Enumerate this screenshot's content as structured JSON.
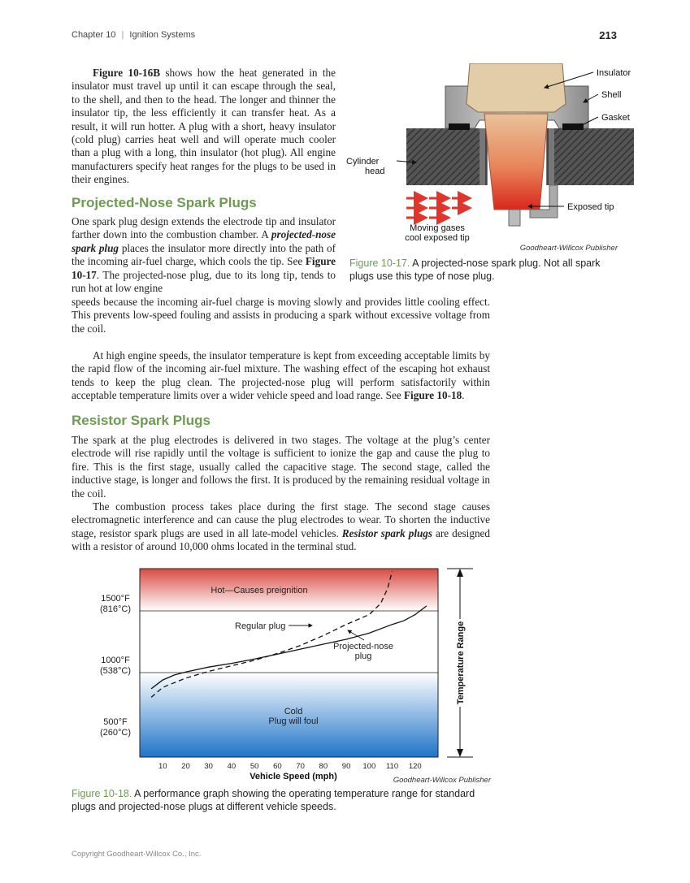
{
  "header": {
    "chapter": "Chapter 10",
    "section": "Ignition Systems",
    "page": "213"
  },
  "intro": {
    "lead": "Figure 10-16B",
    "body": " shows how the heat generated in the insulator must travel up until it can escape through the seal, to the shell, and then to the head. The longer and thinner the insulator tip, the less efficiently it can transfer heat. As a result, it will run hotter. A plug with a short, heavy insulator (cold plug) carries heat well and will operate much cooler than a plug with a long, thin insulator (hot plug). All engine manufacturers specify heat ranges for the plugs to be used in their engines."
  },
  "section1": {
    "title": "Projected-Nose Spark Plugs",
    "p1_a": "One spark plug design extends the electrode tip and insulator farther down into the combustion chamber. A ",
    "p1_term": "projected-nose spark plug",
    "p1_b": " places the insulator more directly into the path of the incoming air-fuel charge, which cools the tip. See ",
    "p1_ref": "Figure 10-17",
    "p1_c": ". The projected-nose plug, due to its long tip, tends to run hot at low engine",
    "p1_cont": "speeds because the incoming air-fuel charge is moving slowly and provides little cooling effect. This prevents low-speed fouling and assists in producing a spark without excessive voltage from the coil.",
    "p2_a": "At high engine speeds, the insulator temperature is kept from exceeding acceptable limits by the rapid flow of the incoming air-fuel mixture. The washing effect of the escaping hot exhaust tends to keep the plug clean. The projected-nose plug will perform satisfactorily within acceptable temperature limits over a wider vehicle speed and load range. See ",
    "p2_ref": "Figure 10-18",
    "p2_b": "."
  },
  "section2": {
    "title": "Resistor Spark Plugs",
    "p1": "The spark at the plug electrodes is delivered in two stages. The voltage at the plug’s center electrode will rise rapidly until the voltage is sufficient to ionize the gap and cause the plug to fire. This is the first stage, usually called the capacitive stage. The second stage, called the inductive stage, is longer and follows the first. It is produced by the remaining residual voltage in the coil.",
    "p2_a": "The combustion process takes place during the first stage. The second stage causes electromagnetic interference and can cause the plug electrodes to wear. To shorten the inductive stage, resistor spark plugs are used in all late-model vehicles. ",
    "p2_term": "Resistor spark plugs",
    "p2_b": " are designed with a resistor of around 10,000 ohms located in the terminal stud."
  },
  "figure17": {
    "labels": {
      "insulator": "Insulator",
      "shell": "Shell",
      "gasket": "Gasket",
      "cyl1": "Cylinder",
      "cyl2": "head",
      "exposed": "Exposed tip",
      "gases1": "Moving gases",
      "gases2": "cool exposed tip"
    },
    "credit": "Goodheart-Willcox Publisher",
    "caption_num": "Figure 10-17.",
    "caption_text": " A projected-nose spark plug. Not all spark plugs use this type of nose plug."
  },
  "figure18": {
    "credit": "Goodheart-Willcox Publisher",
    "caption_num": "Figure 10-18.",
    "caption_text": " A performance graph showing the operating temperature range for standard plugs and projected-nose plugs at different vehicle speeds."
  },
  "chart_data": {
    "type": "line",
    "xlabel": "Vehicle Speed (mph)",
    "ylabel": "",
    "xlim": [
      0,
      130
    ],
    "x_ticks": [
      10,
      20,
      30,
      40,
      50,
      60,
      70,
      80,
      90,
      100,
      110,
      120
    ],
    "y_ticks": [
      {
        "value": 1500,
        "f": "1500°F",
        "c": "(816°C)"
      },
      {
        "value": 1000,
        "f": "1000°F",
        "c": "(538°C)"
      },
      {
        "value": 500,
        "f": "500°F",
        "c": "(260°C)"
      }
    ],
    "zones": {
      "hot": "Hot—Causes preignition",
      "cold_1": "Cold",
      "cold_2": "Plug will foul"
    },
    "range_label": "Temperature Range",
    "annotations": {
      "regular": "Regular plug",
      "projected_1": "Projected-nose",
      "projected_2": "plug"
    },
    "series": [
      {
        "name": "Regular plug",
        "style": "dashed",
        "x": [
          5,
          10,
          20,
          30,
          40,
          50,
          60,
          70,
          80,
          90,
          100,
          105,
          108,
          110
        ],
        "y": [
          800,
          880,
          955,
          1010,
          1055,
          1100,
          1155,
          1220,
          1300,
          1390,
          1470,
          1560,
          1680,
          1820
        ]
      },
      {
        "name": "Projected-nose plug",
        "style": "solid",
        "x": [
          5,
          10,
          15,
          20,
          30,
          40,
          50,
          60,
          70,
          80,
          90,
          100,
          110,
          115,
          120,
          125
        ],
        "y": [
          870,
          940,
          980,
          1005,
          1045,
          1075,
          1110,
          1150,
          1190,
          1230,
          1270,
          1320,
          1390,
          1420,
          1470,
          1540
        ]
      }
    ],
    "colors": {
      "hot": "#d94a42",
      "cold": "#1f74c9"
    }
  }
}
